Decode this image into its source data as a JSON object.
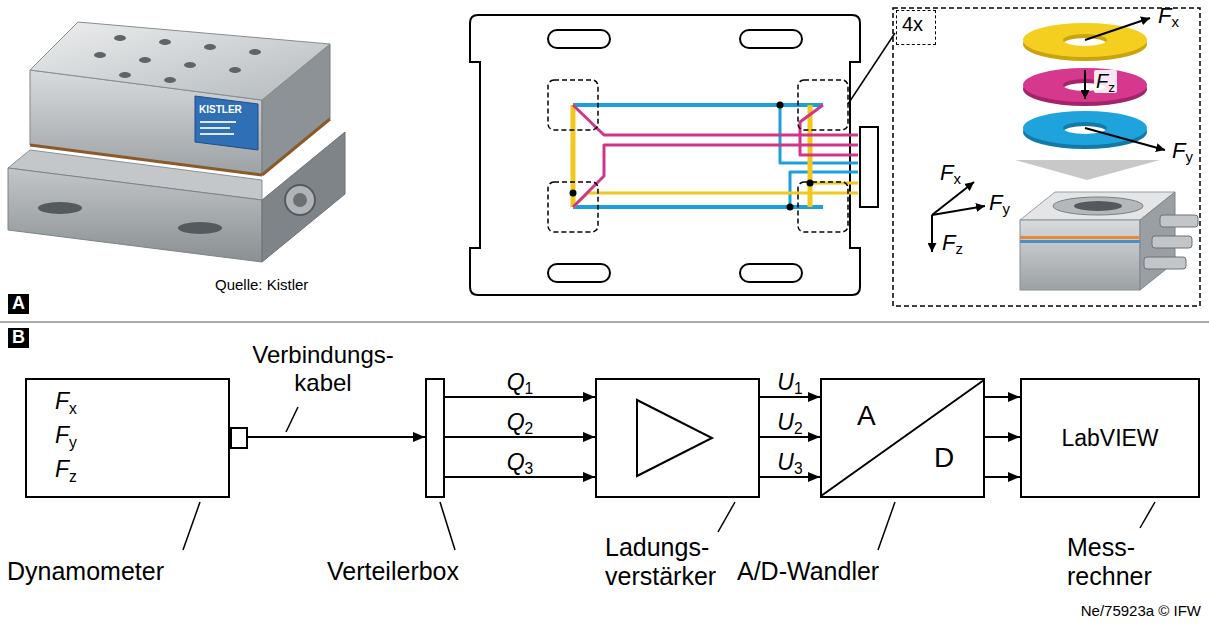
{
  "diagram": {
    "nodes": [
      {
        "text": [
          "4x"
        ]
      },
      {
        "text": [
          "Fx",
          "Fy",
          "Fz",
          "Dynamometer"
        ]
      },
      {
        "text": [
          "Verteilerbox"
        ]
      },
      {
        "text": [
          "Ladungs- verstärker"
        ]
      },
      {
        "text": [
          "A",
          "D",
          "A/D-Wandler"
        ]
      },
      {
        "text": [
          "LabVIEW",
          "Mess- rechner"
        ]
      }
    ],
    "edges": [
      {
        "from": 1,
        "to": 2,
        "arrow": "to",
        "label": "Verbindungs- kabel"
      },
      {
        "from": 2,
        "to": 3,
        "arrow": "to",
        "label": "Q1"
      },
      {
        "from": 2,
        "to": 3,
        "arrow": "to",
        "label": "Q2"
      },
      {
        "from": 2,
        "to": 3,
        "arrow": "to",
        "label": "Q3"
      },
      {
        "from": 3,
        "to": 4,
        "arrow": "to",
        "label": "U1"
      },
      {
        "from": 3,
        "to": 4,
        "arrow": "to",
        "label": "U2"
      },
      {
        "from": 3,
        "to": 4,
        "arrow": "to",
        "label": "U3"
      },
      {
        "from": 4,
        "to": 5,
        "arrow": "to"
      },
      {
        "from": 4,
        "to": 5,
        "arrow": "to"
      },
      {
        "from": 4,
        "to": 5,
        "arrow": "to"
      }
    ],
    "labels": [
      "KISTLER",
      "Quelle: Kistler",
      "Fx",
      "Fz",
      "Fy",
      "Fx",
      "Fy",
      "Fz",
      "A",
      "B",
      "Ne/75923a © IFW"
    ]
  }
}
